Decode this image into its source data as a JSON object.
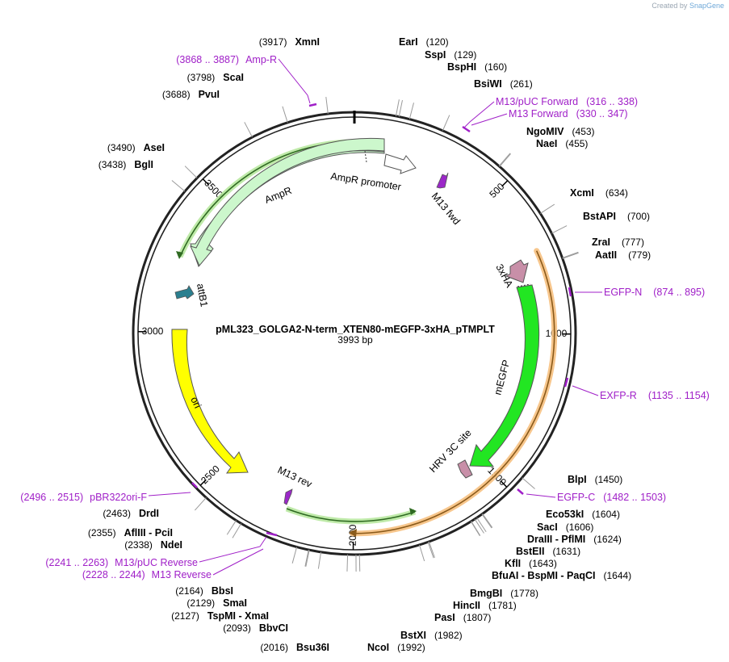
{
  "credit": {
    "prefix": "Created by",
    "brand": "SnapGene"
  },
  "plasmid": {
    "name": "pML323_GOLGA2-N-term_XTEN80-mEGFP-3xHA_pTMPLT",
    "size_label": "3993 bp",
    "length": 3993
  },
  "ticks": [
    {
      "pos": 500,
      "label": "500"
    },
    {
      "pos": 1000,
      "label": "1000"
    },
    {
      "pos": 1500,
      "label": "1500"
    },
    {
      "pos": 2000,
      "label": "2000"
    },
    {
      "pos": 2500,
      "label": "2500"
    },
    {
      "pos": 3000,
      "label": "3000"
    },
    {
      "pos": 3500,
      "label": "3500"
    }
  ],
  "enzymes": [
    {
      "name": "XmnI",
      "pos": "(3917)",
      "bp": 3917
    },
    {
      "name": "EarI",
      "pos": "(120)",
      "bp": 120
    },
    {
      "name": "SspI",
      "pos": "(129)",
      "bp": 129
    },
    {
      "name": "BspHI",
      "pos": "(160)",
      "bp": 160
    },
    {
      "name": "BsiWI",
      "pos": "(261)",
      "bp": 261
    },
    {
      "name": "NgoMIV",
      "pos": "(453)",
      "bp": 453
    },
    {
      "name": "NaeI",
      "pos": "(455)",
      "bp": 455
    },
    {
      "name": "XcmI",
      "pos": "(634)",
      "bp": 634
    },
    {
      "name": "BstAPI",
      "pos": "(700)",
      "bp": 700
    },
    {
      "name": "ZraI",
      "pos": "(777)",
      "bp": 777
    },
    {
      "name": "AatII",
      "pos": "(779)",
      "bp": 779
    },
    {
      "name": "BlpI",
      "pos": "(1450)",
      "bp": 1450
    },
    {
      "name": "Eco53kI",
      "pos": "(1604)",
      "bp": 1604
    },
    {
      "name": "SacI",
      "pos": "(1606)",
      "bp": 1606
    },
    {
      "name": "DraIII - PflMI",
      "pos": "(1624)",
      "bp": 1624
    },
    {
      "name": "BstEII",
      "pos": "(1631)",
      "bp": 1631
    },
    {
      "name": "KflI",
      "pos": "(1643)",
      "bp": 1643
    },
    {
      "name": "BfuAI - BspMI - PaqCI",
      "pos": "(1644)",
      "bp": 1644
    },
    {
      "name": "BmgBI",
      "pos": "(1778)",
      "bp": 1778
    },
    {
      "name": "HincII",
      "pos": "(1781)",
      "bp": 1781
    },
    {
      "name": "PasI",
      "pos": "(1807)",
      "bp": 1807
    },
    {
      "name": "BstXI",
      "pos": "(1982)",
      "bp": 1982
    },
    {
      "name": "NcoI",
      "pos": "(1992)",
      "bp": 1992
    },
    {
      "name": "Bsu36I",
      "pos": "(2016)",
      "bp": 2016
    },
    {
      "name": "BbvCI",
      "pos": "(2093)",
      "bp": 2093
    },
    {
      "name": "TspMI - XmaI",
      "pos": "(2127)",
      "bp": 2127
    },
    {
      "name": "SmaI",
      "pos": "(2129)",
      "bp": 2129
    },
    {
      "name": "BbsI",
      "pos": "(2164)",
      "bp": 2164
    },
    {
      "name": "NdeI",
      "pos": "(2338)",
      "bp": 2338
    },
    {
      "name": "AflIII - PciI",
      "pos": "(2355)",
      "bp": 2355
    },
    {
      "name": "DrdI",
      "pos": "(2463)",
      "bp": 2463
    },
    {
      "name": "BglI",
      "pos": "(3438)",
      "bp": 3438
    },
    {
      "name": "AseI",
      "pos": "(3490)",
      "bp": 3490
    },
    {
      "name": "PvuI",
      "pos": "(3688)",
      "bp": 3688
    },
    {
      "name": "ScaI",
      "pos": "(3798)",
      "bp": 3798
    }
  ],
  "primers": [
    {
      "name": "Amp-R",
      "range": "(3868 .. 3887)",
      "start": 3868,
      "end": 3887
    },
    {
      "name": "M13/pUC Forward",
      "range": "(316 .. 338)",
      "start": 316,
      "end": 338
    },
    {
      "name": "M13 Forward",
      "range": "(330 .. 347)",
      "start": 330,
      "end": 347
    },
    {
      "name": "EGFP-N",
      "range": "(874 .. 895)",
      "start": 874,
      "end": 895
    },
    {
      "name": "EXFP-R",
      "range": "(1135 .. 1154)",
      "start": 1135,
      "end": 1154
    },
    {
      "name": "EGFP-C",
      "range": "(1482 .. 1503)",
      "start": 1482,
      "end": 1503
    },
    {
      "name": "M13/pUC Reverse",
      "range": "(2241 .. 2263)",
      "start": 2241,
      "end": 2263
    },
    {
      "name": "M13 Reverse",
      "range": "(2228 .. 2244)",
      "start": 2228,
      "end": 2244
    },
    {
      "name": "pBR322ori-F",
      "range": "(2496 .. 2515)",
      "start": 2496,
      "end": 2515
    }
  ],
  "features": [
    {
      "name": "AmpR promoter",
      "color": "#ffffff"
    },
    {
      "name": "AmpR",
      "color": "#ccf7cc"
    },
    {
      "name": "M13 fwd",
      "color": "#9b28c8"
    },
    {
      "name": "3xHA",
      "color": "#c88fa8"
    },
    {
      "name": "mEGFP",
      "color": "#22e622"
    },
    {
      "name": "HRV 3C site",
      "color": "#c88fa8"
    },
    {
      "name": "M13 rev",
      "color": "#9b28c8"
    },
    {
      "name": "ori",
      "color": "#ffff00"
    },
    {
      "name": "attB1",
      "color": "#2a7f8f"
    }
  ],
  "colors": {
    "primer": "#a020c8",
    "orf_orange": "#f0a040",
    "orf_green": "#7fd060",
    "ring": "#222222"
  }
}
